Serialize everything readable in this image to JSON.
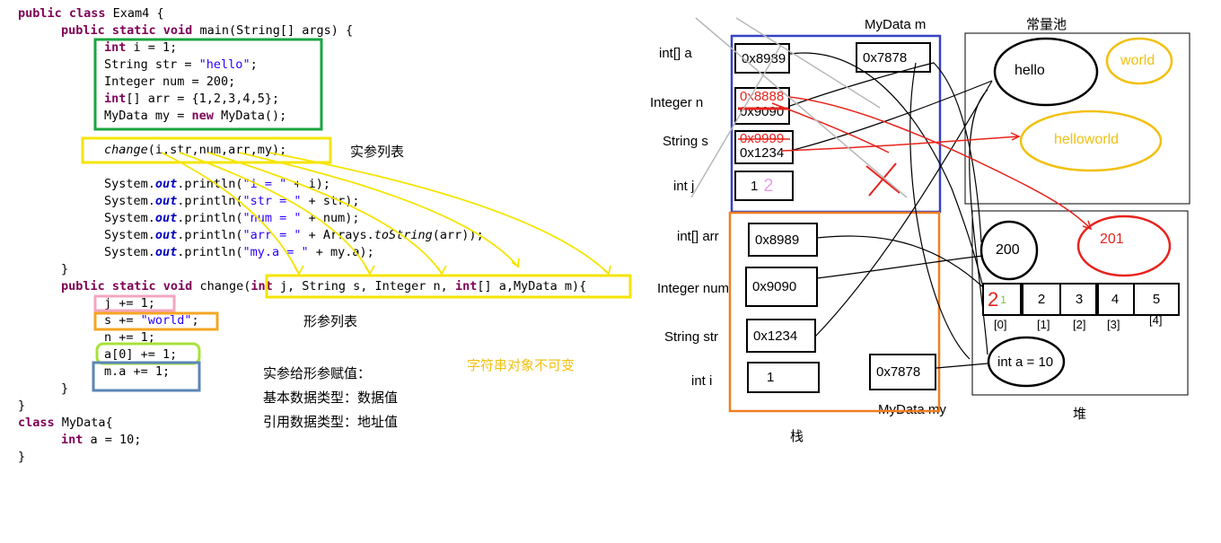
{
  "code": {
    "l1": {
      "kw": "public class",
      "rest": " Exam4 {"
    },
    "l2": {
      "kw": "public static void",
      "rest": " main(String[] args) {"
    },
    "l3": {
      "kw": "int",
      "rest": " i = 1;"
    },
    "l4": {
      "a": "String str = ",
      "s": "\"hello\"",
      "b": ";"
    },
    "l5": {
      "a": "Integer num = 200;"
    },
    "l6": {
      "kw": "int",
      "rest": "[] arr = {1,2,3,4,5};"
    },
    "l7": {
      "a": "MyData my = ",
      "kw": "new",
      "b": " MyData();"
    },
    "l8": {
      "it": "change",
      "rest": "(i,str,num,arr,my);"
    },
    "l9": {
      "a": "System.",
      "f": "out",
      "b": ".println(",
      "s": "\"i = \"",
      "c": " + i);"
    },
    "l10": {
      "a": "System.",
      "f": "out",
      "b": ".println(",
      "s": "\"str = \"",
      "c": " + str);"
    },
    "l11": {
      "a": "System.",
      "f": "out",
      "b": ".println(",
      "s": "\"num = \"",
      "c": " + num);"
    },
    "l12": {
      "a": "System.",
      "f": "out",
      "b": ".println(",
      "s": "\"arr = \"",
      "c": " + Arrays.",
      "it": "toString",
      "d": "(arr));"
    },
    "l13": {
      "a": "System.",
      "f": "out",
      "b": ".println(",
      "s": "\"my.a = \"",
      "c": " + my.a);"
    },
    "l14": "}",
    "l15": {
      "kw": "public static void",
      "a": " change(",
      "kw2": "int",
      "b": " j, String s, Integer n, ",
      "kw3": "int",
      "c": "[] a,MyData m){"
    },
    "l16": "j += 1;",
    "l17": {
      "a": "s += ",
      "s": "\"world\"",
      "b": ";"
    },
    "l18": "n += 1;",
    "l19": "a[0] += 1;",
    "l20": "m.a += 1;",
    "l21": "}",
    "l22": "}",
    "l23": {
      "kw": "class",
      "rest": " MyData{"
    },
    "l24": {
      "kw": "int",
      "rest": " a = 10;"
    },
    "l25": "}"
  },
  "notes": {
    "actual_params": "实参列表",
    "formal_params": "形参列表",
    "assign_title": "实参给形参赋值：",
    "assign_basic": "基本数据类型：数据值",
    "assign_ref": "引用数据类型：地址值",
    "immutable": "字符串对象不可变"
  },
  "stack": {
    "label": "栈",
    "mydata_m_label": "MyData m",
    "var_a": "int[]  a",
    "var_a_val": "0x8989",
    "var_m_val": "0x7878",
    "var_n": "Integer n",
    "var_n_new": "0x8888",
    "var_n_old": "0x9090",
    "var_s": "String  s",
    "var_s_new": "0x9999",
    "var_s_old": "0x1234",
    "var_j": "int  j",
    "var_j_val": "1",
    "var_j_new": "2",
    "var_arr": "int[]    arr",
    "var_arr_val": "0x8989",
    "var_num": "Integer num",
    "var_num_val": "0x9090",
    "var_str": "String str",
    "var_str_val": "0x1234",
    "var_i": "int  i",
    "var_i_val": "1",
    "var_my_val": "0x7878",
    "mydata_my_label": "MyData my"
  },
  "pool": {
    "label": "常量池",
    "hello": "hello",
    "world": "world",
    "helloworld": "helloworld"
  },
  "heap": {
    "label": "堆",
    "v200": "200",
    "v201": "201",
    "arr": [
      "1",
      "2",
      "3",
      "4",
      "5"
    ],
    "arr_new0": "2",
    "idx": [
      "[0]",
      "[1]",
      "[2]",
      "[3]",
      "[4]"
    ],
    "obj": "int a = 10"
  },
  "colors": {
    "green": "#1aa640",
    "yellow": "#f5e400",
    "pink": "#f3a6c0",
    "orange": "#f5a623",
    "lime": "#a8e23a",
    "steel": "#5b86b8",
    "blue": "#3742c6",
    "stack_orange": "#f07f20",
    "red": "#e8231c",
    "pool_yellow": "#f2c010"
  }
}
